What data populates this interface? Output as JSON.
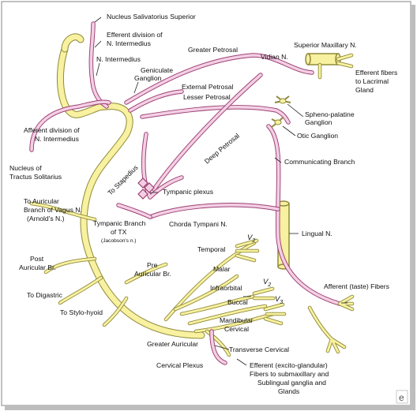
{
  "colors": {
    "nerve_fill": "#f8f1a0",
    "nerve_outline": "#8f8a3a",
    "branch_fill": "#f3cfe4",
    "branch_outline": "#9c3f72",
    "frame_shadow": "#888888"
  },
  "labels": {
    "nucleus_salivatorius": "Nucleus Salivatorius Superior",
    "efferent_div_1": "Efferent division of",
    "efferent_div_2": "N. Intermedius",
    "n_intermedius": "N. Intermedius",
    "geniculate_1": "Geniculate",
    "geniculate_2": "Ganglion",
    "greater_petrosal": "Greater Petrosal",
    "vidian": "Vidian N.",
    "superior_maxillary": "Superior Maxillary N.",
    "efferent_lacrimal_1": "Efferent fibers",
    "efferent_lacrimal_2": "to Lacrimal",
    "efferent_lacrimal_3": "Gland",
    "external_petrosal": "External Petrosal",
    "lesser_petrosal": "Lesser Petrosal",
    "sphenopalatine_1": "Spheno-palatine",
    "sphenopalatine_2": "Ganglion",
    "afferent_div_1": "Afferent division of",
    "afferent_div_2": "N. Intermedius",
    "otic": "Otic Ganglion",
    "deep_petrosal": "Deep Petrosal",
    "nucleus_tractus_1": "Nucleus of",
    "nucleus_tractus_2": "Tractus Solitarius",
    "communicating": "Communicating Branch",
    "to_stapedius": "To Stapedius",
    "tympanic_plexus": "Tympanic plexus",
    "auricular_1": "To Auricular",
    "auricular_2": "Branch of Vagus N.",
    "auricular_3": "(Arnold's N.)",
    "tympanic_branch_1": "Tympanic Branch",
    "tympanic_branch_2": "of TX",
    "tympanic_branch_3": "(Jacobson's n.)",
    "chorda_tympani": "Chorda Tympani N.",
    "lingual": "Lingual N.",
    "v2_top": "V",
    "v2_top_sub": "2",
    "temporal": "Temporal",
    "post_auricular_1": "Post",
    "post_auricular_2": "Auricular Br.",
    "pre_auricular_1": "Pre",
    "pre_auricular_2": "Auricular Br.",
    "malar": "Malar",
    "infraorbital": "Infraorbital",
    "v2_mid": "V",
    "v2_mid_sub": "2",
    "to_digastric": "To Digastric",
    "buccal": "Buccal",
    "v3": "V",
    "v3_sub": "3",
    "afferent_taste": "Afferent (taste) Fibers",
    "to_stylohyoid": "To Stylo-hyoid",
    "mandibular_1": "Mandibular",
    "mandibular_2": "Cervical",
    "greater_auricular": "Greater Auricular",
    "transverse_cervical": "Transverse Cervical",
    "cervical_plexus": "Cervical Plexus",
    "efferent_glandular_1": "Efferent (excito-glandular)",
    "efferent_glandular_2": "Fibers to submaxillary and",
    "efferent_glandular_3": "Sublingual ganglia and",
    "efferent_glandular_4": "Glands"
  },
  "watermark_char": "e"
}
